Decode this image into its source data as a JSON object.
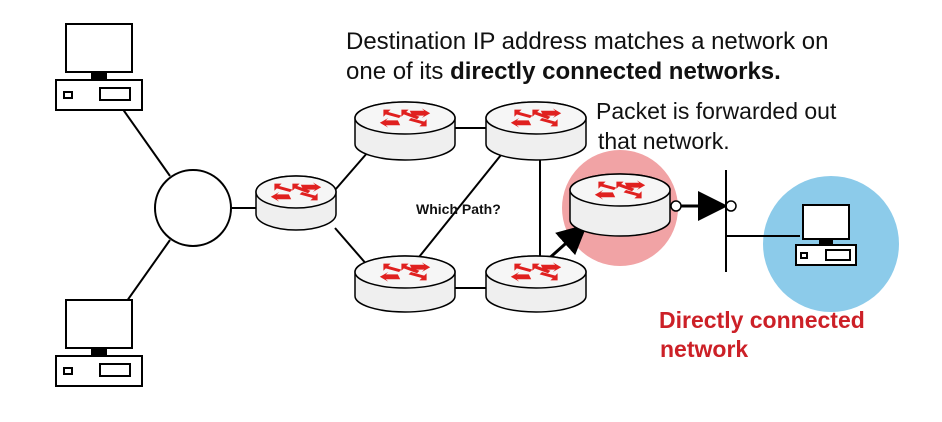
{
  "heading": {
    "line1": "Destination IP address matches a network on",
    "line2_prefix": "one of its ",
    "line2_bold": "directly connected networks."
  },
  "forward_note": {
    "line1": "Packet is forwarded out",
    "line2": "that network."
  },
  "path_question": "Which Path?",
  "connected_label": {
    "line1": "Directly connected",
    "line2": "network"
  },
  "colors": {
    "router_body": "#efefef",
    "router_arrows": "#e0201f",
    "highlight_router": "#f1a3a5",
    "connected_network": "#8ccbea",
    "label_red": "#cc2027"
  },
  "icons": [
    "computer-icon",
    "hub-icon",
    "router-icon",
    "switch-segment-icon"
  ]
}
